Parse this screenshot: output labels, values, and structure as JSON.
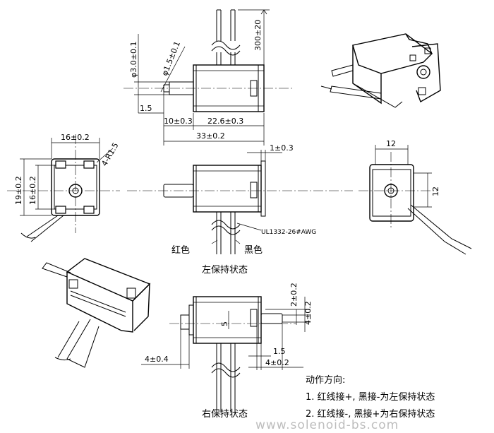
{
  "dimensions": {
    "wire_length": "300±20",
    "shaft_dia": "φ3.0±0.1",
    "pin_dia": "φ1.5±0.1",
    "shaft_step": "1.5",
    "front_len": "10±0.3",
    "body_len": "22.6±0.3",
    "total_len": "33±0.2",
    "end_width": "16±0.2",
    "end_radius": "4-R1.5",
    "end_height_outer": "19±0.2",
    "end_height_inner": "16±0.2",
    "flange": "1±0.3",
    "right_w": "12",
    "right_h": "12",
    "wire_spec": "UL1332-26#AWG",
    "stroke_2": "2±0.2",
    "stroke_4": "4±0.2",
    "stroke_5": "5",
    "bottom_left": "4±0.4",
    "bottom_step": "1.5",
    "bottom_right": "4±0.2"
  },
  "labels": {
    "red_wire": "红色",
    "black_wire": "黑色",
    "left_hold_state": "左保持状态",
    "right_hold_state": "右保持状态"
  },
  "notes": {
    "title": "动作方向:",
    "line1": "1. 红线接+, 黑接-为左保持状态",
    "line2": "2. 红线接-, 黑接+为右保持状态"
  },
  "watermark": "www.solenoid-bs.com"
}
